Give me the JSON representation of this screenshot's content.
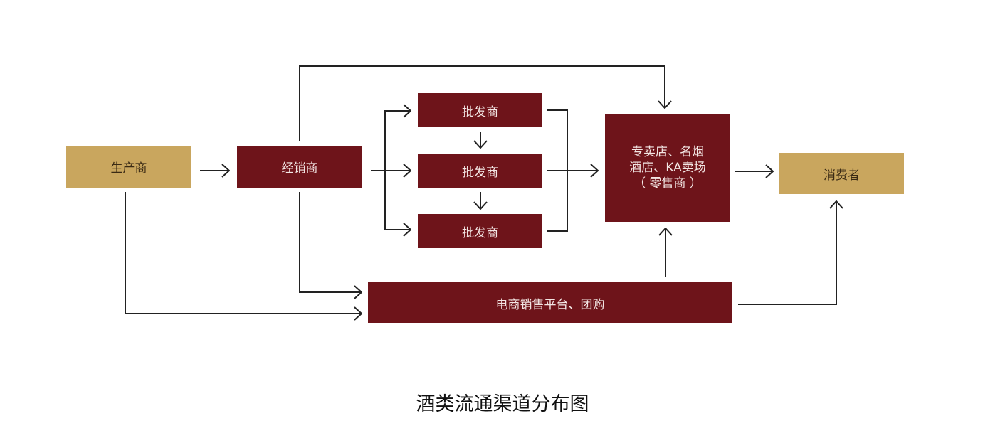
{
  "diagram": {
    "title": "酒类流通渠道分布图",
    "colors": {
      "producer_consumer": "#c9a65e",
      "intermediary": "#6e141a",
      "arrow": "#222222"
    },
    "nodes": {
      "producer": "生产商",
      "distributor": "经销商",
      "wholesaler_1": "批发商",
      "wholesaler_2": "批发商",
      "wholesaler_3": "批发商",
      "retailer_lines": [
        "专卖店、名烟",
        "酒店、KA卖场",
        "（ 零售商 ）"
      ],
      "consumer": "消费者",
      "ecommerce": "电商销售平台、团购"
    },
    "edges": [
      {
        "from": "producer",
        "to": "distributor"
      },
      {
        "from": "producer",
        "to": "ecommerce"
      },
      {
        "from": "distributor",
        "to": "wholesaler_1"
      },
      {
        "from": "distributor",
        "to": "wholesaler_2"
      },
      {
        "from": "distributor",
        "to": "wholesaler_3"
      },
      {
        "from": "distributor",
        "to": "retailer"
      },
      {
        "from": "distributor",
        "to": "ecommerce"
      },
      {
        "from": "wholesaler_1",
        "to": "wholesaler_2"
      },
      {
        "from": "wholesaler_2",
        "to": "wholesaler_3"
      },
      {
        "from": "wholesaler_1",
        "to": "retailer"
      },
      {
        "from": "wholesaler_2",
        "to": "retailer"
      },
      {
        "from": "wholesaler_3",
        "to": "retailer"
      },
      {
        "from": "retailer",
        "to": "consumer"
      },
      {
        "from": "ecommerce",
        "to": "retailer"
      },
      {
        "from": "ecommerce",
        "to": "consumer"
      }
    ]
  }
}
